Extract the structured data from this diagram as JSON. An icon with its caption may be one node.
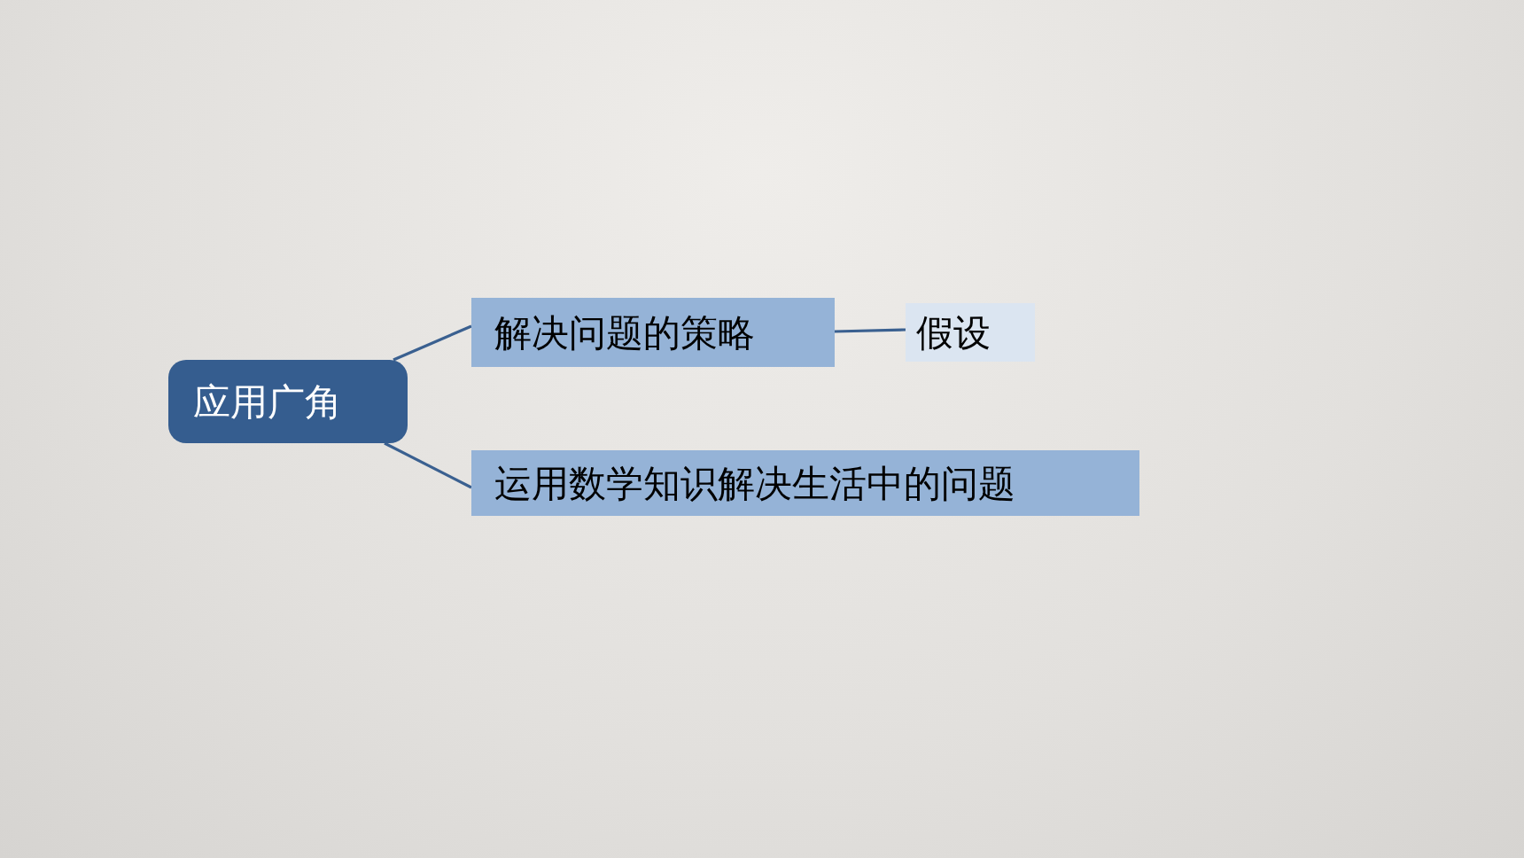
{
  "diagram": {
    "nodes": [
      {
        "text": [
          "应用广角"
        ]
      },
      {
        "text": [
          "解决问题的策略"
        ]
      },
      {
        "text": [
          "假设"
        ]
      },
      {
        "text": [
          "运用数学知识解决生活中的问题"
        ]
      }
    ],
    "edges": [
      {
        "from": 0,
        "to": 1,
        "arrow": "none"
      },
      {
        "from": 0,
        "to": 3,
        "arrow": "none"
      },
      {
        "from": 1,
        "to": 2,
        "arrow": "none"
      }
    ]
  }
}
